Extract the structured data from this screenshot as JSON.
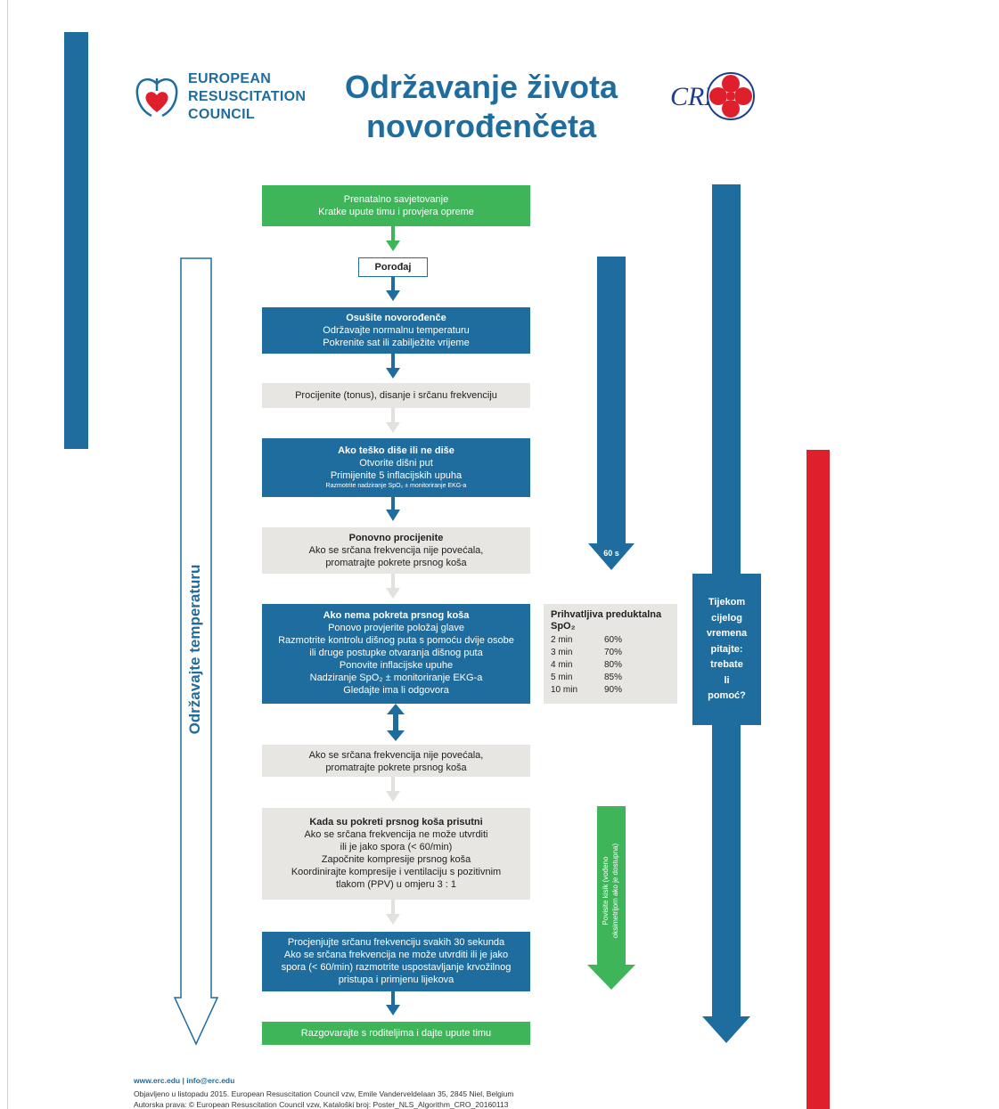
{
  "header": {
    "org_line1": "EUROPEAN",
    "org_line2": "RESUSCITATION",
    "org_line3": "COUNCIL",
    "title_line1": "Održavanje života",
    "title_line2": "novorođenčeta",
    "cro_logo_text": "CRRC",
    "colors": {
      "blue": "#1f6d9e",
      "green": "#3fb55a",
      "red": "#e01f2d",
      "grey": "#e8e6e3"
    }
  },
  "flow": {
    "step1": {
      "l1": "Prenatalno savjetovanje",
      "l2": "Kratke upute timu i provjera opreme"
    },
    "porodaj": "Porođaj",
    "step2": {
      "l1": "Osušite novorođenče",
      "l2": "Održavajte normalnu temperaturu",
      "l3": "Pokrenite sat ili zabilježite vrijeme"
    },
    "step3": {
      "l1": "Procijenite (tonus), disanje i srčanu frekvenciju"
    },
    "step4": {
      "l1": "Ako teško diše ili ne diše",
      "l2": "Otvorite dišni put",
      "l3": "Primijenite 5 inflacijskih upuha",
      "l4": "Razmotrite nadziranje SpO₂ ± monitoriranje EKG-a"
    },
    "step5": {
      "l1": "Ponovno procijenite",
      "l2": "Ako se srčana frekvencija nije povećala,",
      "l3": "promatrajte pokrete prsnog koša"
    },
    "step6": {
      "l1": "Ako nema pokreta prsnog koša",
      "l2": "Ponovo provjerite položaj glave",
      "l3": "Razmotrite kontrolu dišnog puta s pomoću dvije osobe",
      "l4": "ili druge postupke otvaranja dišnog puta",
      "l5": "Ponovite inflacijske upuhe",
      "l6": "Nadziranje SpO₂ ± monitoriranje EKG-a",
      "l7": "Gledajte ima li odgovora"
    },
    "step7": {
      "l1": "Ako se srčana frekvencija nije povećala,",
      "l2": "promatrajte pokrete prsnog koša"
    },
    "step8": {
      "l1": "Kada su pokreti prsnog koša prisutni",
      "l2": "Ako se srčana frekvencija ne može utvrditi",
      "l3": "ili je jako spora (< 60/min)",
      "l4": "Započnite kompresije prsnog koša",
      "l5": "Koordinirajte kompresije i ventilaciju s pozitivnim",
      "l6": "tlakom (PPV) u omjeru 3 : 1"
    },
    "step9": {
      "l1": "Procjenjujte srčanu frekvenciju svakih 30 sekunda",
      "l2": "Ako se srčana frekvencija ne može utvrditi ili je jako",
      "l3": "spora (< 60/min) razmotrite uspostavljanje krvožilnog",
      "l4": "pristupa i primjenu lijekova"
    },
    "step10": {
      "l1": "Razgovarajte s roditeljima i dajte upute timu"
    }
  },
  "spo2_table": {
    "heading": "Prihvatljiva preduktalna",
    "heading2": "SpO₂",
    "rows": [
      {
        "time": "2 min",
        "value": "60%"
      },
      {
        "time": "3 min",
        "value": "70%"
      },
      {
        "time": "4 min",
        "value": "80%"
      },
      {
        "time": "5 min",
        "value": "85%"
      },
      {
        "time": "10 min",
        "value": "90%"
      }
    ]
  },
  "side": {
    "temperature": "Održavajte temperaturu",
    "sixty": "60 s",
    "help_l1": "Tijekom",
    "help_l2": "cijelog",
    "help_l3": "vremena",
    "help_l4": "pitajte:",
    "help_l5": "trebate",
    "help_l6": "li",
    "help_l7": "pomoć?",
    "oxygen_l1": "Povisite kisik (vođeno",
    "oxygen_l2": "oksimetrijom ako je dostupna)"
  },
  "footer": {
    "links": "www.erc.edu | info@erc.edu",
    "line1": "Objavljeno u listopadu 2015. European Resuscitation Council vzw, Emile Vanderveldelaan 35, 2845 Niel, Belgium",
    "line2": "Autorska prava: © European Resuscitation Council vzw, Kataloški broj: Poster_NLS_Algorithm_CRO_20160113"
  }
}
